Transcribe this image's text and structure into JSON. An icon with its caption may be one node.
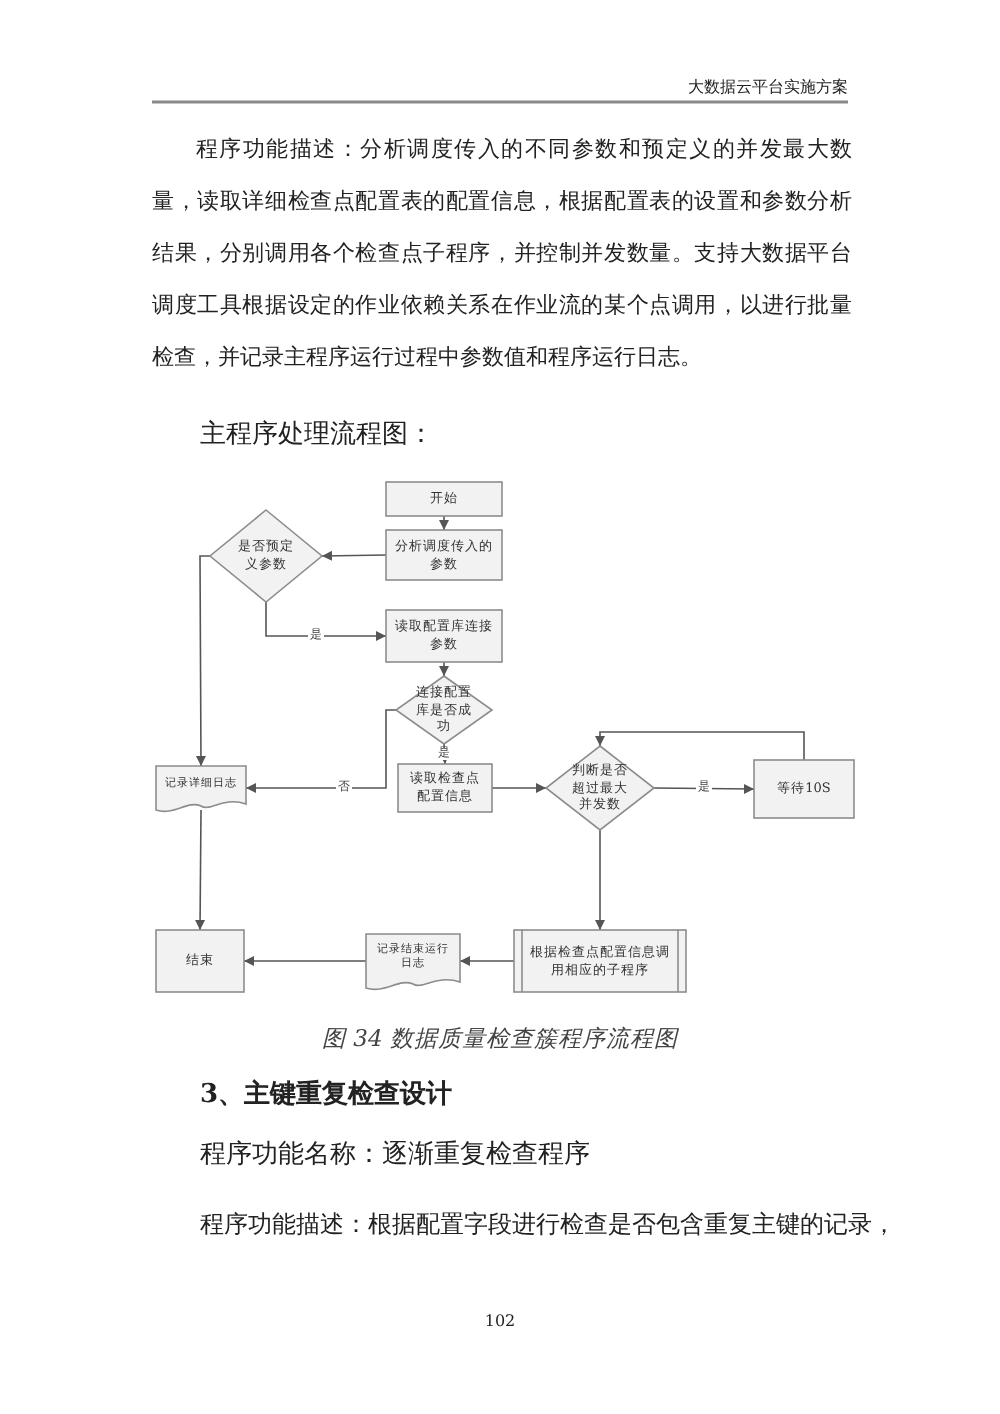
{
  "diagram": {
    "caption": "图 34 数据质量检查簇程序流程图",
    "nodes": [
      {
        "text": [
          "开始"
        ]
      },
      {
        "text": [
          "分析调度传入的参数"
        ]
      },
      {
        "text": [
          "是否预定义参数"
        ]
      },
      {
        "text": [
          "读取配置库连接参数"
        ]
      },
      {
        "text": [
          "连接配置库是否成功"
        ]
      },
      {
        "text": [
          "记录详细日志"
        ]
      },
      {
        "text": [
          "读取检查点配置信息"
        ]
      },
      {
        "text": [
          "判断是否超过最大并发数"
        ]
      },
      {
        "text": [
          "等待10S"
        ]
      },
      {
        "text": [
          "结束"
        ]
      },
      {
        "text": [
          "记录结束运行日志"
        ]
      },
      {
        "text": [
          "根据检查点配置信息调用相应的子程序"
        ]
      }
    ],
    "edges": [
      {
        "from": 0,
        "to": 1,
        "arrow": "to"
      },
      {
        "from": 1,
        "to": 2,
        "arrow": "to"
      },
      {
        "from": 2,
        "to": 3,
        "arrow": "to",
        "label": "是"
      },
      {
        "from": 2,
        "to": 5,
        "arrow": "to"
      },
      {
        "from": 3,
        "to": 4,
        "arrow": "to"
      },
      {
        "from": 4,
        "to": 6,
        "arrow": "to",
        "label": "是"
      },
      {
        "from": 4,
        "to": 5,
        "arrow": "to",
        "label": "否"
      },
      {
        "from": 6,
        "to": 7,
        "arrow": "to"
      },
      {
        "from": 7,
        "to": 8,
        "arrow": "to",
        "label": "是"
      },
      {
        "from": 8,
        "to": 7,
        "arrow": "to"
      },
      {
        "from": 7,
        "to": 11,
        "arrow": "to"
      },
      {
        "from": 11,
        "to": 10,
        "arrow": "to"
      },
      {
        "from": 10,
        "to": 9,
        "arrow": "to"
      },
      {
        "from": 5,
        "to": 9,
        "arrow": "to"
      }
    ],
    "labels": [
      "大数据云平台实施方案",
      "程序功能描述：分析调度传入的不同参数和预定义的并发最大数量，读取详细检查点配置表的配置信息，根据配置表的设置和参数分析结果，分别调用各个检查点子程序，并控制并发数量。支持大数据平台调度工具根据设定的作业依赖关系在作业流的某个点调用，以进行批量检查，并记录主程序运行过程中参数值和程序运行日志。",
      "主程序处理流程图：",
      "3、主键重复检查设计",
      "程序功能名称：逐渐重复检查程序",
      "程序功能描述：根据配置字段进行检查是否包含重复主键的记录，",
      "102"
    ]
  }
}
